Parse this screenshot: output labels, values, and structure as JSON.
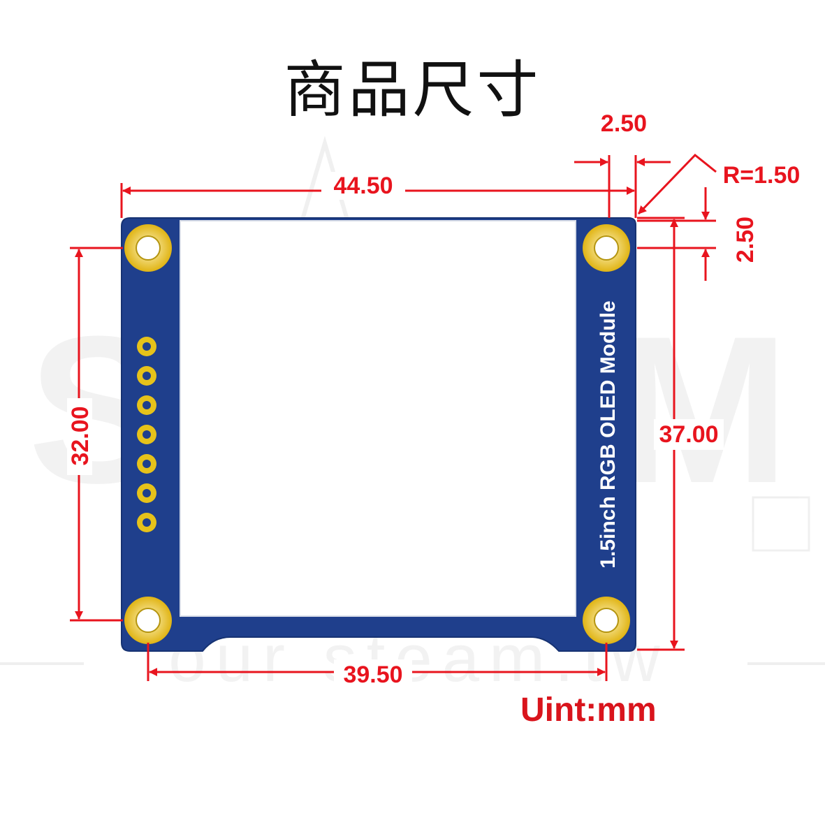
{
  "title": "商品尺寸",
  "dimensions": {
    "top_width": "44.50",
    "bottom_width": "39.50",
    "left_height": "32.00",
    "right_height": "37.00",
    "hole_offset_x": "2.50",
    "hole_offset_y": "2.50",
    "corner_radius": "R=1.50"
  },
  "module_label": "1.5inch RGB OLED Module",
  "unit_label": "Uint:mm",
  "watermark": {
    "letters": "STEAM",
    "url": "our steam.tw"
  },
  "colors": {
    "dimension_red": "#e8141e",
    "pcb_blue": "#1f3f8c",
    "pad_gold": "#e6c21a",
    "title_black": "#111111"
  }
}
